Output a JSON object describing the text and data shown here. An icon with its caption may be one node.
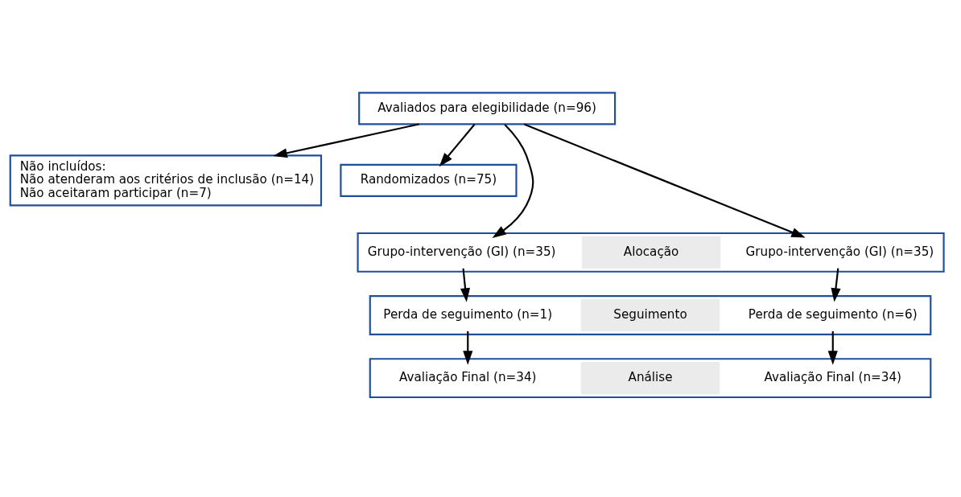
{
  "diagram": {
    "nodes": [
      {
        "text": [
          "Avaliados para elegibilidade (n=96)"
        ]
      },
      {
        "text": [
          "Não incluídos:",
          "Não atenderam aos critérios de inclusão (n=14)",
          "Não aceitaram participar (n=7)"
        ]
      },
      {
        "text": [
          "Randomizados (n=75)"
        ]
      },
      {
        "text": [],
        "shape": "box"
      },
      {
        "text": [
          "Grupo-intervenção (GI) (n=35)"
        ],
        "in": 3
      },
      {
        "text": [
          "Alocação"
        ],
        "in": 3
      },
      {
        "text": [
          "Grupo-intervenção (GI) (n=35)"
        ],
        "in": 3
      },
      {
        "text": [],
        "shape": "box"
      },
      {
        "text": [
          "Perda de seguimento (n=1)"
        ],
        "in": 7
      },
      {
        "text": [
          "Seguimento"
        ],
        "in": 7
      },
      {
        "text": [
          "Perda de seguimento (n=6)"
        ],
        "in": 7
      },
      {
        "text": [],
        "shape": "box"
      },
      {
        "text": [
          "Avaliação Final (n=34)"
        ],
        "in": 11
      },
      {
        "text": [
          "Análise"
        ],
        "in": 11
      },
      {
        "text": [
          "Avaliação Final (n=34)"
        ],
        "in": 11
      }
    ],
    "edges": [
      {
        "from": 0,
        "to": 1,
        "arrow": "to"
      },
      {
        "from": 0,
        "to": 4,
        "arrow": "to"
      },
      {
        "from": 0,
        "to": 2,
        "arrow": "to"
      },
      {
        "from": 0,
        "to": 6,
        "arrow": "to"
      },
      {
        "from": 4,
        "to": 8,
        "arrow": "to"
      },
      {
        "from": 6,
        "to": 10,
        "arrow": "to"
      },
      {
        "from": 8,
        "to": 12,
        "arrow": "to"
      },
      {
        "from": 10,
        "to": 14,
        "arrow": "to"
      }
    ]
  }
}
